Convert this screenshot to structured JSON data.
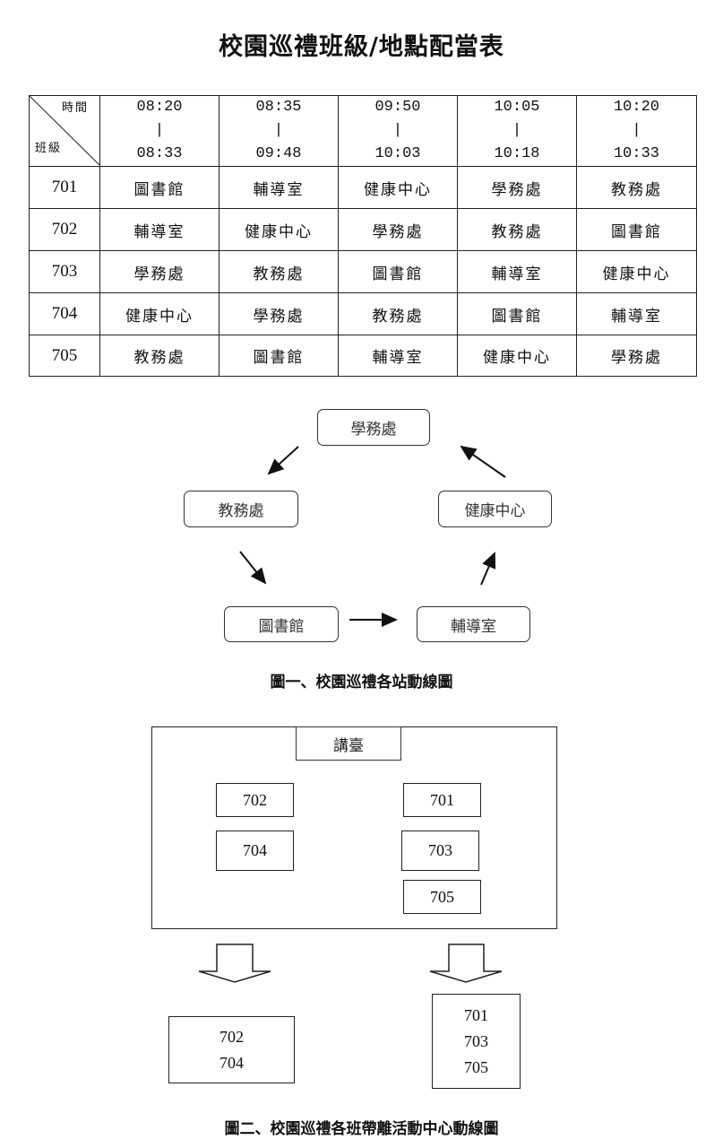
{
  "title": "校園巡禮班級/地點配當表",
  "table": {
    "corner_time": "時間",
    "corner_class": "班級",
    "times": [
      [
        "08:20",
        "|",
        "08:33"
      ],
      [
        "08:35",
        "|",
        "09:48"
      ],
      [
        "09:50",
        "|",
        "10:03"
      ],
      [
        "10:05",
        "|",
        "10:18"
      ],
      [
        "10:20",
        "|",
        "10:33"
      ]
    ],
    "rows": [
      {
        "class": "701",
        "cells": [
          "圖書館",
          "輔導室",
          "健康中心",
          "學務處",
          "教務處"
        ]
      },
      {
        "class": "702",
        "cells": [
          "輔導室",
          "健康中心",
          "學務處",
          "教務處",
          "圖書館"
        ]
      },
      {
        "class": "703",
        "cells": [
          "學務處",
          "教務處",
          "圖書館",
          "輔導室",
          "健康中心"
        ]
      },
      {
        "class": "704",
        "cells": [
          "健康中心",
          "學務處",
          "教務處",
          "圖書館",
          "輔導室"
        ]
      },
      {
        "class": "705",
        "cells": [
          "教務處",
          "圖書館",
          "輔導室",
          "健康中心",
          "學務處"
        ]
      }
    ]
  },
  "figure1": {
    "stations": {
      "student_affairs": "學務處",
      "academic_affairs": "教務處",
      "health_center": "健康中心",
      "library": "圖書館",
      "counseling": "輔導室"
    },
    "caption": "圖一、校園巡禮各站動線圖"
  },
  "figure2": {
    "stage": "講臺",
    "seats": {
      "c702": "702",
      "c704": "704",
      "c701": "701",
      "c703": "703",
      "c705": "705"
    },
    "exit_left": [
      "702",
      "704"
    ],
    "exit_right": [
      "701",
      "703",
      "705"
    ],
    "caption": "圖二、校園巡禮各班帶離活動中心動線圖"
  }
}
